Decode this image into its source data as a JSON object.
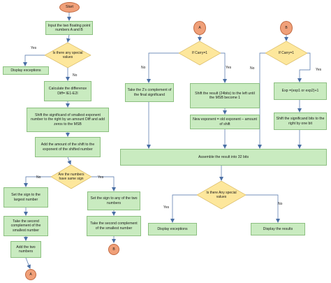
{
  "nodes": {
    "start": "Start",
    "input": "Input the two floating point numbers A and B",
    "special1": "Is there any special values",
    "display_exc1": "Display exceptions",
    "diff": "Calculate the difference Diff= IE1-E2I",
    "shift_smallest": "Shift the significand of smallest exponent number to the right by an amount Diff and add zeros to the MSB",
    "add_shift": "Add the amount of the shift to the exponent of the shifted number",
    "same_sign": "Are the numbers have same sign",
    "set_sign_largest": "Set the sign to the largest number",
    "set_sign_any": "Set the sign to any of the two numbers",
    "complement_left": "Take the second complement of the smallest number",
    "complement_right": "Take the second complement of the smallest number",
    "add_two": "Add the two numbers",
    "conn_a_bottom": "A",
    "conn_b_bottom": "B",
    "conn_a_top": "A",
    "conn_b_top": "B",
    "carry_a": "If Carry=1",
    "carry_b": "If Carry=1",
    "take_2s": "Take the 2's complement of the final significand",
    "shift_result": "Shift the result (24bits) to the left until the MSB become 1",
    "new_exp": "New exponent = old exponent – amount of shift",
    "exp_plus": "Exp =(exp1 or exp2)+1",
    "shift_right_one": "Shift the significand bits to the right by one bit",
    "assemble": "Assemble the result into 32 bits",
    "special2": "Is there Any special values",
    "display_exc2": "Display exceptions",
    "display_results": "Display the results"
  },
  "labels": {
    "yes1": "Yes",
    "no1": "No",
    "no_sign": "No",
    "yes_sign": "Yes",
    "no_carry_a": "No",
    "yes_carry_a": "Yes",
    "no_carry_b": "No",
    "yes_carry_b": "Yes",
    "yes_special2": "Yes",
    "no_special2": "No"
  },
  "colors": {
    "box_fill": "#c9ebc0",
    "box_border": "#8cbf80",
    "terminal_fill": "#f0a079",
    "decision_fill": "#fde79c",
    "decision_border": "#d2b055",
    "arrow": "#4a6fa5"
  }
}
